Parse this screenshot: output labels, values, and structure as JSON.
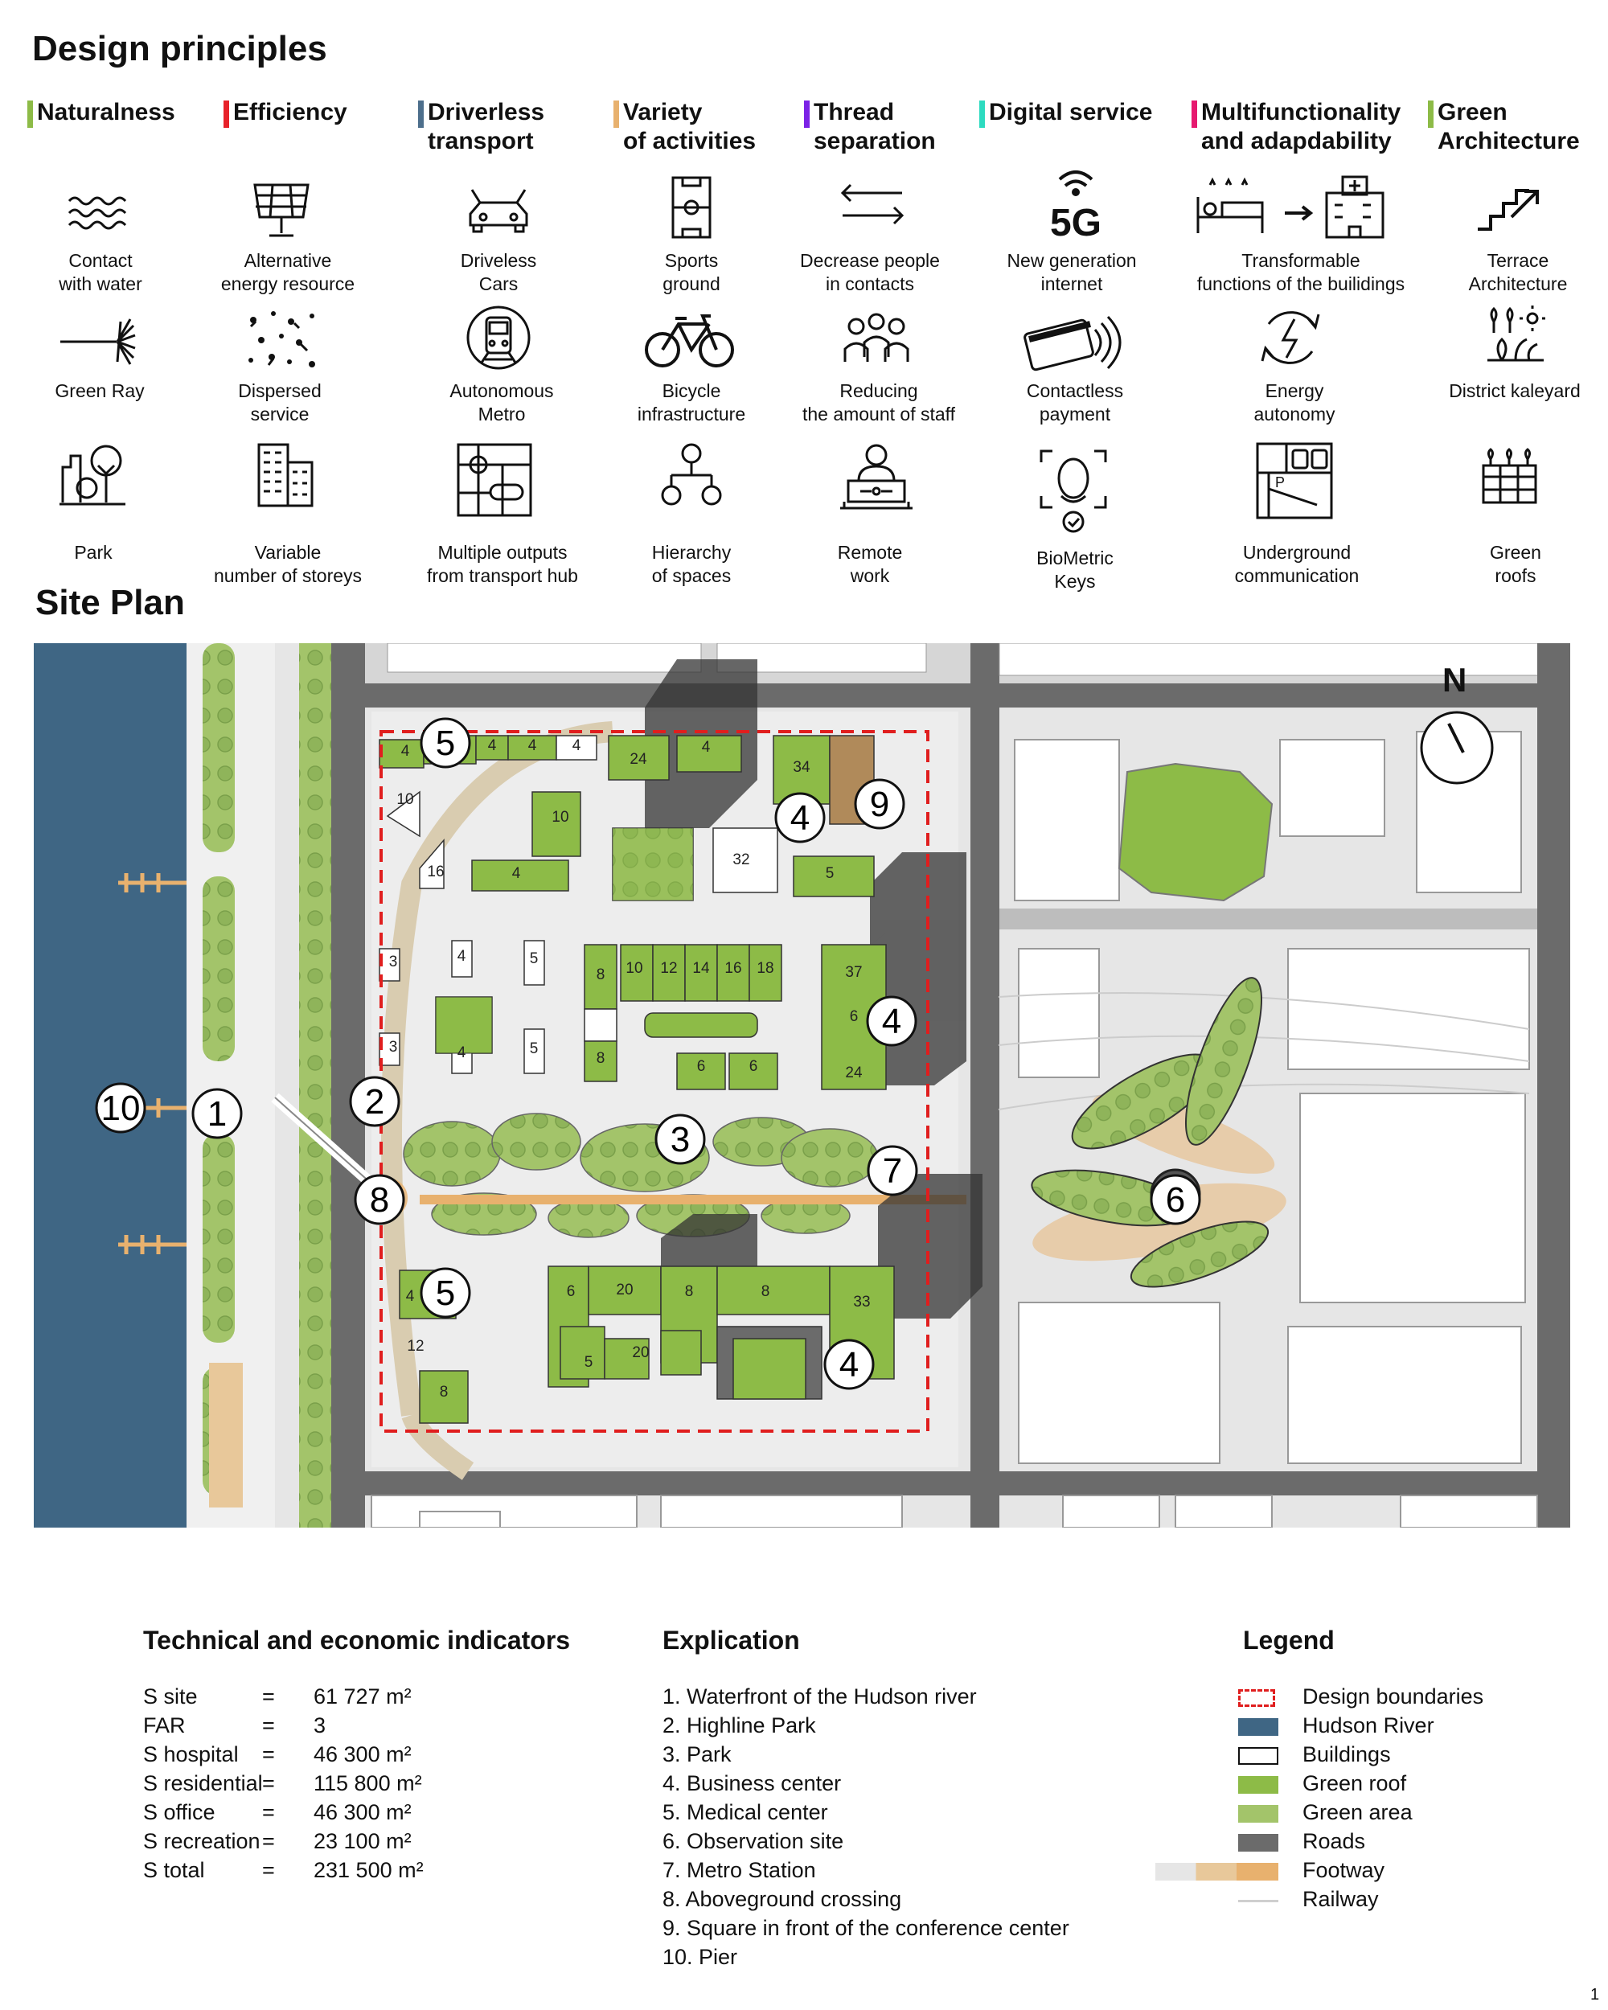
{
  "titles": {
    "design_principles": "Design principles",
    "site_plan": "Site Plan",
    "page_number": "1",
    "north": "N"
  },
  "categories": [
    {
      "label": "Naturalness",
      "color": "#8dbb47"
    },
    {
      "label": "Efficiency",
      "color": "#e8222a"
    },
    {
      "label": "Driverless\ntransport",
      "color": "#4d6f8c"
    },
    {
      "label": "Variety\nof activities",
      "color": "#e8b16e"
    },
    {
      "label": "Thread\nseparation",
      "color": "#7b22e6"
    },
    {
      "label": "Digital service",
      "color": "#2ddbc0"
    },
    {
      "label": "Multifunctionality\nand adapdability",
      "color": "#e6196f"
    },
    {
      "label": "Green\nArchitecture",
      "color": "#8dbb47"
    }
  ],
  "principles": {
    "row1": [
      {
        "label": "Contact\nwith water",
        "icon": "water-waves-icon"
      },
      {
        "label": "Alternative\nenergy resource",
        "icon": "solar-panel-icon"
      },
      {
        "label": "Driveless\nCars",
        "icon": "car-icon"
      },
      {
        "label": "Sports\nground",
        "icon": "sports-field-icon"
      },
      {
        "label": "Decrease people\nin contacts",
        "icon": "two-way-arrows-icon"
      },
      {
        "label": "New generation\ninternet",
        "icon": "5g-icon",
        "glyph": "5G"
      },
      {
        "label": "Transformable\nfunctions of  the builidings",
        "icon": "bed-to-hospital-icon"
      },
      {
        "label": "Terrace\nArchitecture",
        "icon": "stairs-arrow-icon"
      }
    ],
    "row2": [
      {
        "label": "Green Ray",
        "icon": "green-ray-icon"
      },
      {
        "label": "Dispersed\nservice",
        "icon": "dispersed-dots-icon"
      },
      {
        "label": "Autonomous\nMetro",
        "icon": "metro-icon"
      },
      {
        "label": "Bicycle\ninfrastructure",
        "icon": "bicycle-icon"
      },
      {
        "label": "Reducing\nthe amount of staff",
        "icon": "people-group-icon"
      },
      {
        "label": "Contactless\npayment",
        "icon": "contactless-card-icon"
      },
      {
        "label": "Energy\nautonomy",
        "icon": "energy-cycle-icon"
      },
      {
        "label": "District kaleyard",
        "icon": "garden-icon"
      }
    ],
    "row3": [
      {
        "label": "Park",
        "icon": "park-icon"
      },
      {
        "label": "Variable\nnumber of storeys",
        "icon": "buildings-icon"
      },
      {
        "label": "Multiple outputs\nfrom transport hub",
        "icon": "transport-hub-map-icon"
      },
      {
        "label": "Hierarchy\nof spaces",
        "icon": "hierarchy-icon"
      },
      {
        "label": "Remote\nwork",
        "icon": "remote-worker-icon"
      },
      {
        "label": "BioMetric\nKeys",
        "icon": "face-id-icon"
      },
      {
        "label": "Underground\ncommunication",
        "icon": "underground-parking-icon"
      },
      {
        "label": "Green\nroofs",
        "icon": "green-roof-icon"
      }
    ]
  },
  "site_plan": {
    "markers": [
      "1",
      "2",
      "3",
      "4",
      "4",
      "4",
      "4",
      "5",
      "5",
      "6",
      "7",
      "8",
      "9",
      "10"
    ],
    "storey_labels": [
      "4",
      "10",
      "4",
      "4",
      "4",
      "24",
      "4",
      "34",
      "10",
      "10",
      "16",
      "4",
      "32",
      "5",
      "3",
      "4",
      "5",
      "8",
      "10",
      "12",
      "14",
      "16",
      "18",
      "37",
      "6",
      "3",
      "4",
      "5",
      "8",
      "6",
      "6",
      "24",
      "4",
      "6",
      "20",
      "8",
      "8",
      "33",
      "12",
      "5",
      "20",
      "8"
    ],
    "colors": {
      "river": "#3f6684",
      "green_roof": "#8dbb47",
      "green_area": "#a3c46a",
      "roads": "#6b6b6b",
      "footway": "#e8b16e",
      "ground": "#e6e6e6",
      "boundary": "#e01e1e"
    }
  },
  "indicators": {
    "title": "Technical and economic indicators",
    "rows": [
      {
        "name": "S site",
        "eq": "=",
        "value": "61 727 m²"
      },
      {
        "name": "FAR",
        "eq": "=",
        "value": "3"
      },
      {
        "name": "S hospital",
        "eq": "=",
        "value": "46 300 m²"
      },
      {
        "name": "S residential",
        "eq": "=",
        "value": "115 800 m²"
      },
      {
        "name": "S office",
        "eq": "=",
        "value": "46 300 m²"
      },
      {
        "name": "S recreation",
        "eq": "=",
        "value": "23 100 m²"
      },
      {
        "name": "S total",
        "eq": "=",
        "value": "231 500 m²"
      }
    ]
  },
  "explication": {
    "title": "Explication",
    "items": [
      "1. Waterfront of the Hudson river",
      "2. Highline Park",
      "3. Park",
      "4. Business center",
      "5. Medical center",
      "6. Observation site",
      "7. Metro Station",
      "8. Aboveground crossing",
      "9. Square in front of the conference center",
      "10. Pier"
    ]
  },
  "legend": {
    "title": "Legend",
    "items": [
      {
        "label": "Design boundaries",
        "type": "dashed",
        "color": "#e01e1e"
      },
      {
        "label": "Hudson River",
        "type": "fill",
        "color": "#3f6684"
      },
      {
        "label": "Buildings",
        "type": "outline",
        "color": "#ffffff"
      },
      {
        "label": "Green roof",
        "type": "fill",
        "color": "#8dbb47"
      },
      {
        "label": "Green area",
        "type": "fill",
        "color": "#a3c46a"
      },
      {
        "label": "Roads",
        "type": "fill",
        "color": "#6b6b6b"
      },
      {
        "label": "Footway",
        "type": "gradient",
        "color": "#e8b16e"
      },
      {
        "label": "Railway",
        "type": "line",
        "color": "#cfcfcf"
      }
    ]
  }
}
